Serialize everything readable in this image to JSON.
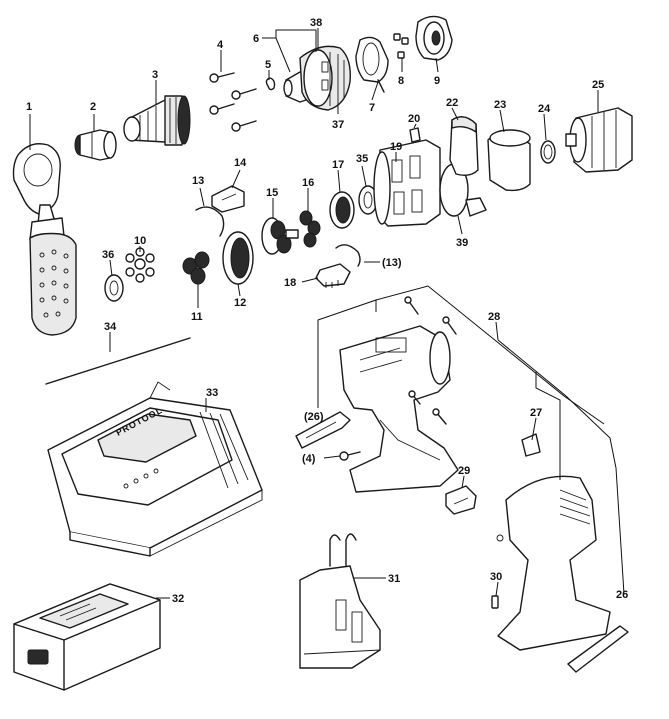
{
  "callouts": {
    "c1": "1",
    "c2": "2",
    "c3": "3",
    "c4": "4",
    "c5": "5",
    "c6": "6",
    "c7": "7",
    "c8": "8",
    "c9": "9",
    "c10": "10",
    "c11": "11",
    "c12": "12",
    "c13": "13",
    "c13b": "(13)",
    "c14": "14",
    "c15": "15",
    "c16": "16",
    "c17": "17",
    "c18": "18",
    "c19": "19",
    "c20": "20",
    "c22": "22",
    "c23": "23",
    "c24": "24",
    "c25": "25",
    "c26": "26",
    "c26b": "(26)",
    "c27": "27",
    "c28": "28",
    "c29": "29",
    "c30": "30",
    "c31": "31",
    "c32": "32",
    "c33": "33",
    "c34": "34",
    "c35": "35",
    "c36": "36",
    "c37": "37",
    "c38": "38",
    "c39": "39",
    "c4b": "(4)"
  },
  "charger_brand": "PROTOOL",
  "icons": {
    "handle": "side-handle-icon",
    "chuck": "drill-chuck-icon",
    "gearbox": "gearbox-icon",
    "motor": "motor-icon",
    "housing": "drill-housing-icon",
    "charger": "charger-icon",
    "battery": "battery-icon"
  }
}
